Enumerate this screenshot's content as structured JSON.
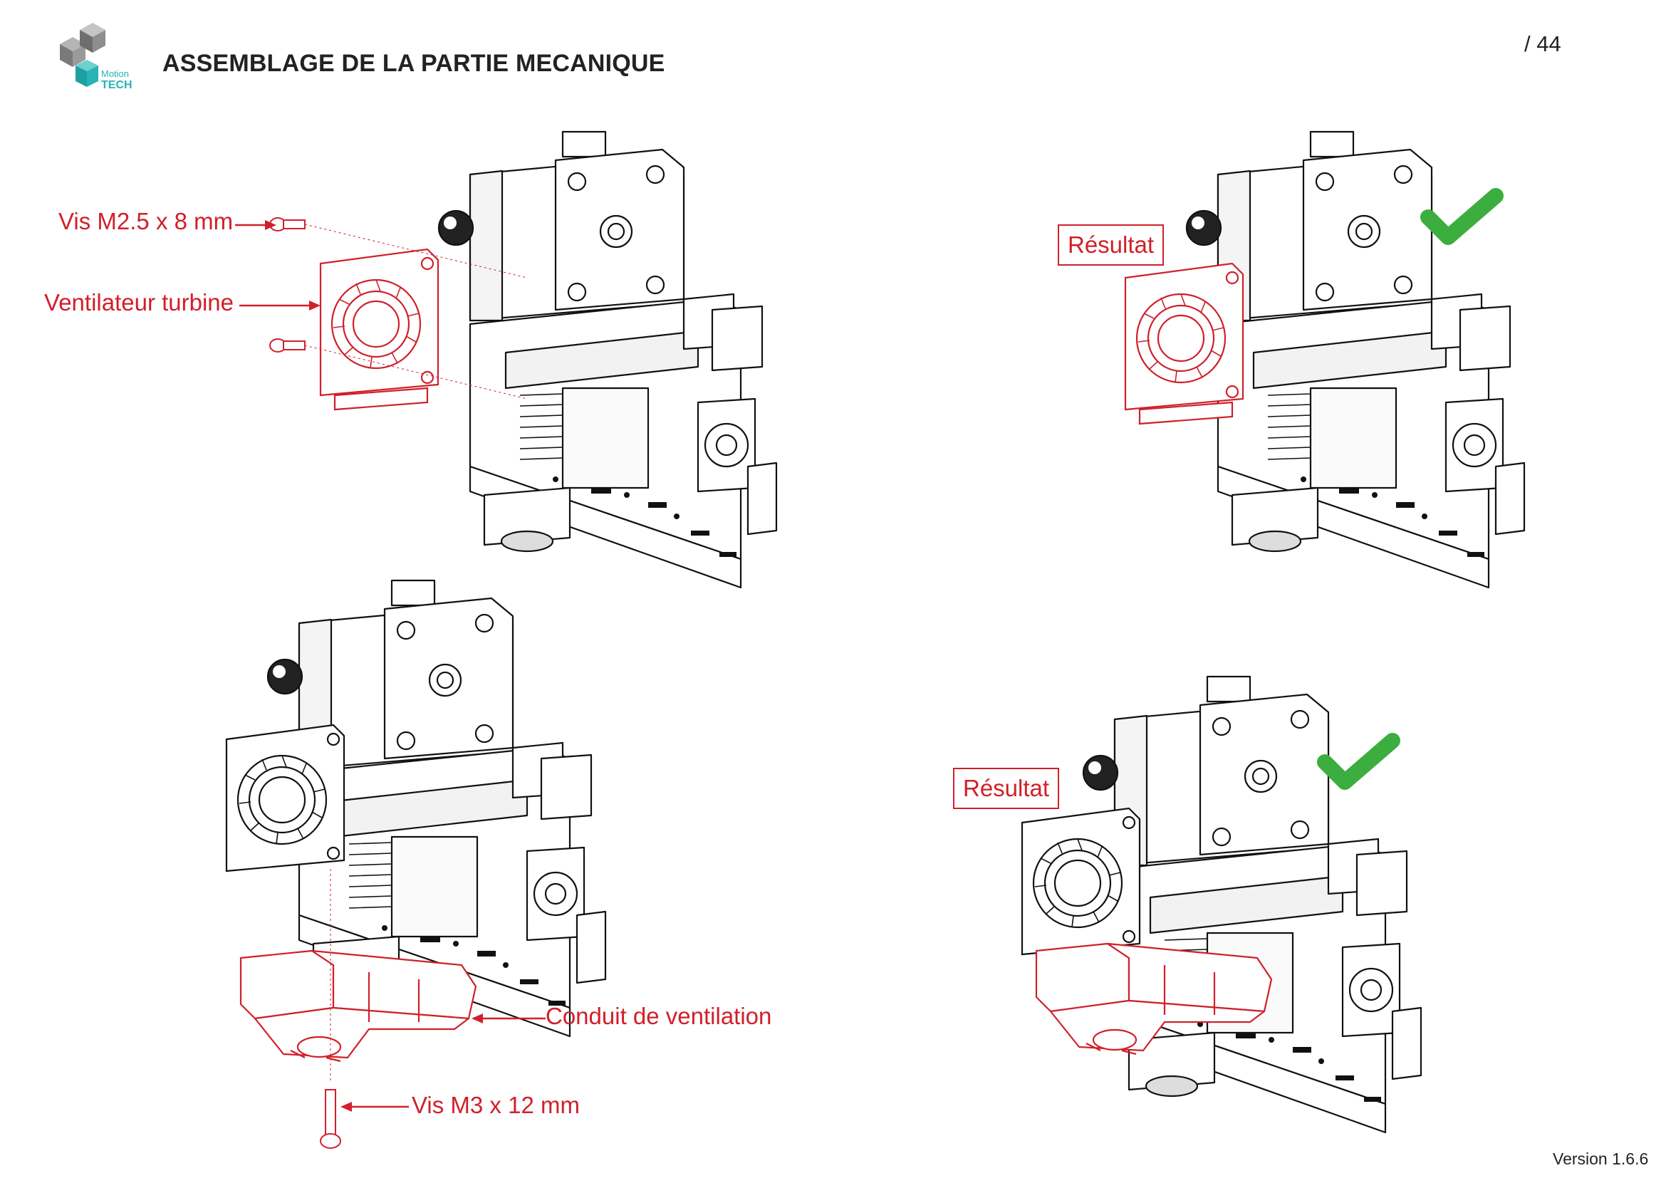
{
  "header": {
    "logo_text_top": "Motion",
    "logo_text_bottom": "TECH",
    "title": "ASSEMBLAGE DE LA PARTIE MECANIQUE",
    "page_number": "/ 44"
  },
  "footer": {
    "version": "Version 1.6.6"
  },
  "step1": {
    "label_screw": "Vis M2.5 x 8 mm",
    "label_fan": "Ventilateur turbine",
    "result_label": "Résultat"
  },
  "step2": {
    "label_duct": "Conduit de ventilation",
    "label_screw": "Vis M3 x 12 mm",
    "result_label": "Résultat"
  },
  "colors": {
    "callout_red": "#d0202a",
    "check_green": "#3cae3f",
    "line_black": "#111111",
    "logo_grey": "#8a8a8a",
    "logo_teal": "#28b3b5"
  }
}
